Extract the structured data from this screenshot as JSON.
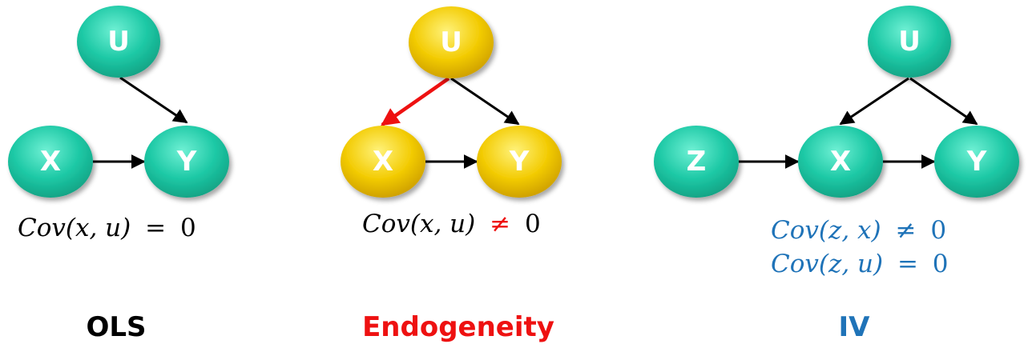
{
  "colors": {
    "teal": "#1ec9a6",
    "gold": "#f3cc05",
    "red_accent": "#ee1111",
    "blue_accent": "#1f73b8",
    "arrow": "#000000"
  },
  "panels": {
    "ols": {
      "nodes": {
        "u": "U",
        "x": "X",
        "y": "Y"
      },
      "formula": {
        "lhs": "Cov(x, u)",
        "op": "=",
        "rhs": "0"
      },
      "caption": "OLS"
    },
    "endogeneity": {
      "nodes": {
        "u": "U",
        "x": "X",
        "y": "Y"
      },
      "formula": {
        "lhs": "Cov(x, u)",
        "op": "≠",
        "rhs": "0"
      },
      "caption": "Endogeneity"
    },
    "iv": {
      "nodes": {
        "u": "U",
        "z": "Z",
        "x": "X",
        "y": "Y"
      },
      "formula1": {
        "lhs": "Cov(z, x)",
        "op": "≠",
        "rhs": "0"
      },
      "formula2": {
        "lhs": "Cov(z, u)",
        "op": "=",
        "rhs": "0"
      },
      "caption": "IV"
    }
  }
}
